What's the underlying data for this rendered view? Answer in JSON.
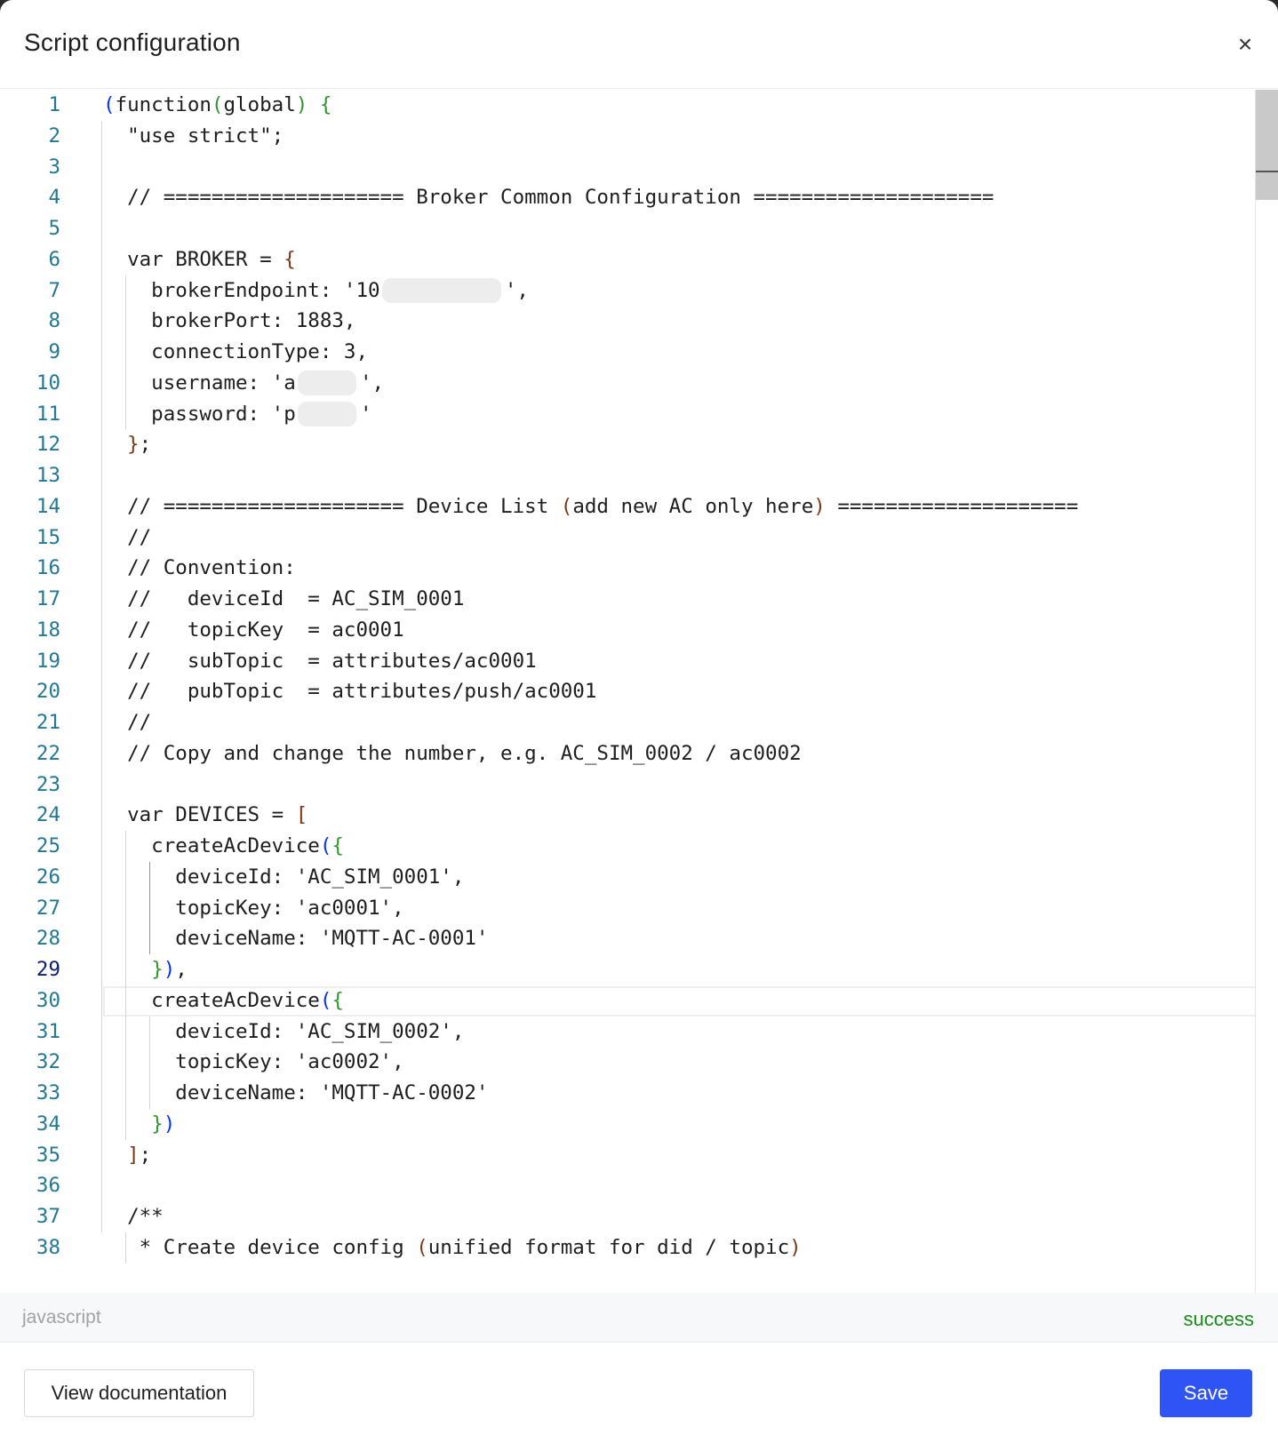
{
  "dialog": {
    "title": "Script configuration",
    "close_symbol": "×"
  },
  "editor": {
    "language": "javascript",
    "status": "success",
    "active_line": 29,
    "line_numbers": [
      "1",
      "2",
      "3",
      "4",
      "5",
      "6",
      "7",
      "8",
      "9",
      "10",
      "11",
      "12",
      "13",
      "14",
      "15",
      "16",
      "17",
      "18",
      "19",
      "20",
      "21",
      "22",
      "23",
      "24",
      "25",
      "26",
      "27",
      "28",
      "29",
      "30",
      "31",
      "32",
      "33",
      "34",
      "35",
      "36",
      "37",
      "38"
    ],
    "lines": [
      "(function(global) {",
      "  \"use strict\";",
      "",
      "  // ==================== Broker Common Configuration ====================",
      "",
      "  var BROKER = {",
      "    brokerEndpoint: '10",
      "    brokerPort: 1883,",
      "    connectionType: 3,",
      "    username: 'a",
      "    password: 'p",
      "  };",
      "",
      "  // ==================== Device List (add new AC only here) ====================",
      "  //",
      "  // Convention:",
      "  //   deviceId  = AC_SIM_0001",
      "  //   topicKey  = ac0001",
      "  //   subTopic  = attributes/ac0001",
      "  //   pubTopic  = attributes/push/ac0001",
      "  //",
      "  // Copy and change the number, e.g. AC_SIM_0002 / ac0002",
      "",
      "  var DEVICES = [",
      "    createAcDevice({",
      "      deviceId: 'AC_SIM_0001',",
      "      topicKey: 'ac0001',",
      "      deviceName: 'MQTT-AC-0001'",
      "    }),",
      "    createAcDevice({",
      "      deviceId: 'AC_SIM_0002',",
      "      topicKey: 'ac0002',",
      "      deviceName: 'MQTT-AC-0002'",
      "    })",
      "  ];",
      "",
      "  /**",
      "   * Create device config (unified format for did / topic)"
    ],
    "redacted_line_endings": {
      "7": "',",
      "10": "',",
      "11": "'"
    }
  },
  "footer": {
    "doc_button_label": "View documentation",
    "save_button_label": "Save"
  },
  "colors": {
    "primary": "#2f54f5",
    "line_number": "#237893",
    "success": "#1a8a1a",
    "bracket_level1": "#0431fa",
    "bracket_level2": "#319331",
    "bracket_level3": "#7b3814"
  }
}
